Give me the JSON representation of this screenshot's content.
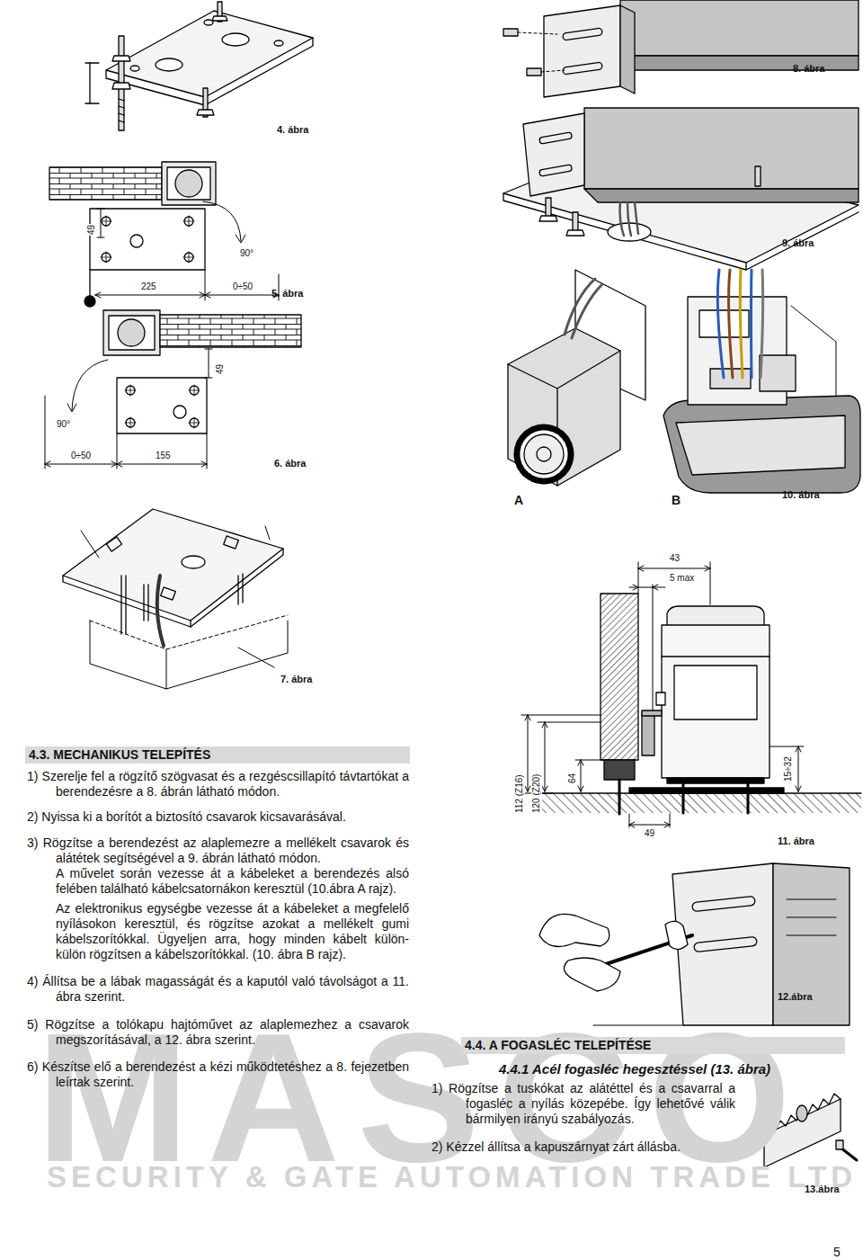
{
  "diagram": {
    "nodes": [
      {
        "text": [
          "4.3. MECHANIKUS TELEPÍTÉS"
        ]
      },
      {
        "text": [
          "4.4. A FOGASLÉC TELEPÍTÉSE"
        ]
      }
    ],
    "labels": [
      "4. ábra",
      "49",
      "90°",
      "225",
      "0÷50",
      "5. ábra",
      "49",
      "90°",
      "0÷50",
      "155",
      "6. ábra",
      "7. ábra",
      "8. ábra",
      "9. ábra",
      "A",
      "B",
      "10. ábra",
      "43",
      "5 max",
      "112 (Z16)",
      "120 (Z20)",
      "64",
      "15÷32",
      "49",
      "11. ábra",
      "12.ábra",
      "1) Szerelje fel a rögzítő szögvasat és a rezgéscsillapító távtartókat a berendezésre a 8. ábrán látható módon.",
      "2) Nyissa ki a borítót a biztosító csavarok kicsavarásával.",
      "3) Rögzítse a berendezést az alaplemezre a mellékelt csavarok és alátétek segítségével a 9. ábrán látható módon.",
      "A művelet során vezesse át a kábeleket a berendezés alsó felében található kábelcsatornákon keresztül (10.ábra A rajz).",
      "Az elektronikus egységbe vezesse át a kábeleket a megfelelő nyílásokon keresztül, és rögzítse azokat a mellékelt gumi kábelszorítókkal. Ügyeljen arra, hogy minden kábelt külön-külön rögzítsen a kábelszorítókkal. (10. ábra B rajz).",
      "4) Állítsa be a lábak magasságát és a kaputól való távolságot a 11. ábra szerint.",
      "5) Rögzítse a tolókapu hajtóművet az alaplemezhez a csavarok megszorításával, a 12. ábra szerint.",
      "6) Készítse elő a berendezést a kézi működtetéshez a 8. fejezetben leírtak szerint.",
      "4.4.1 Acél fogasléc hegesztéssel (13. ábra)",
      "1) Rögzítse a tuskókat az alátéttel és a csavarral a fogasléc a nyílás közepébe. Így lehetővé válik bármilyen irányú szabályozás.",
      "2) Kézzel állítsa a kapuszárnyat zárt állásba.",
      "13.ábra",
      "MASCO",
      "SECURITY & GATE AUTOMATION TRADE LTD",
      "5"
    ]
  }
}
